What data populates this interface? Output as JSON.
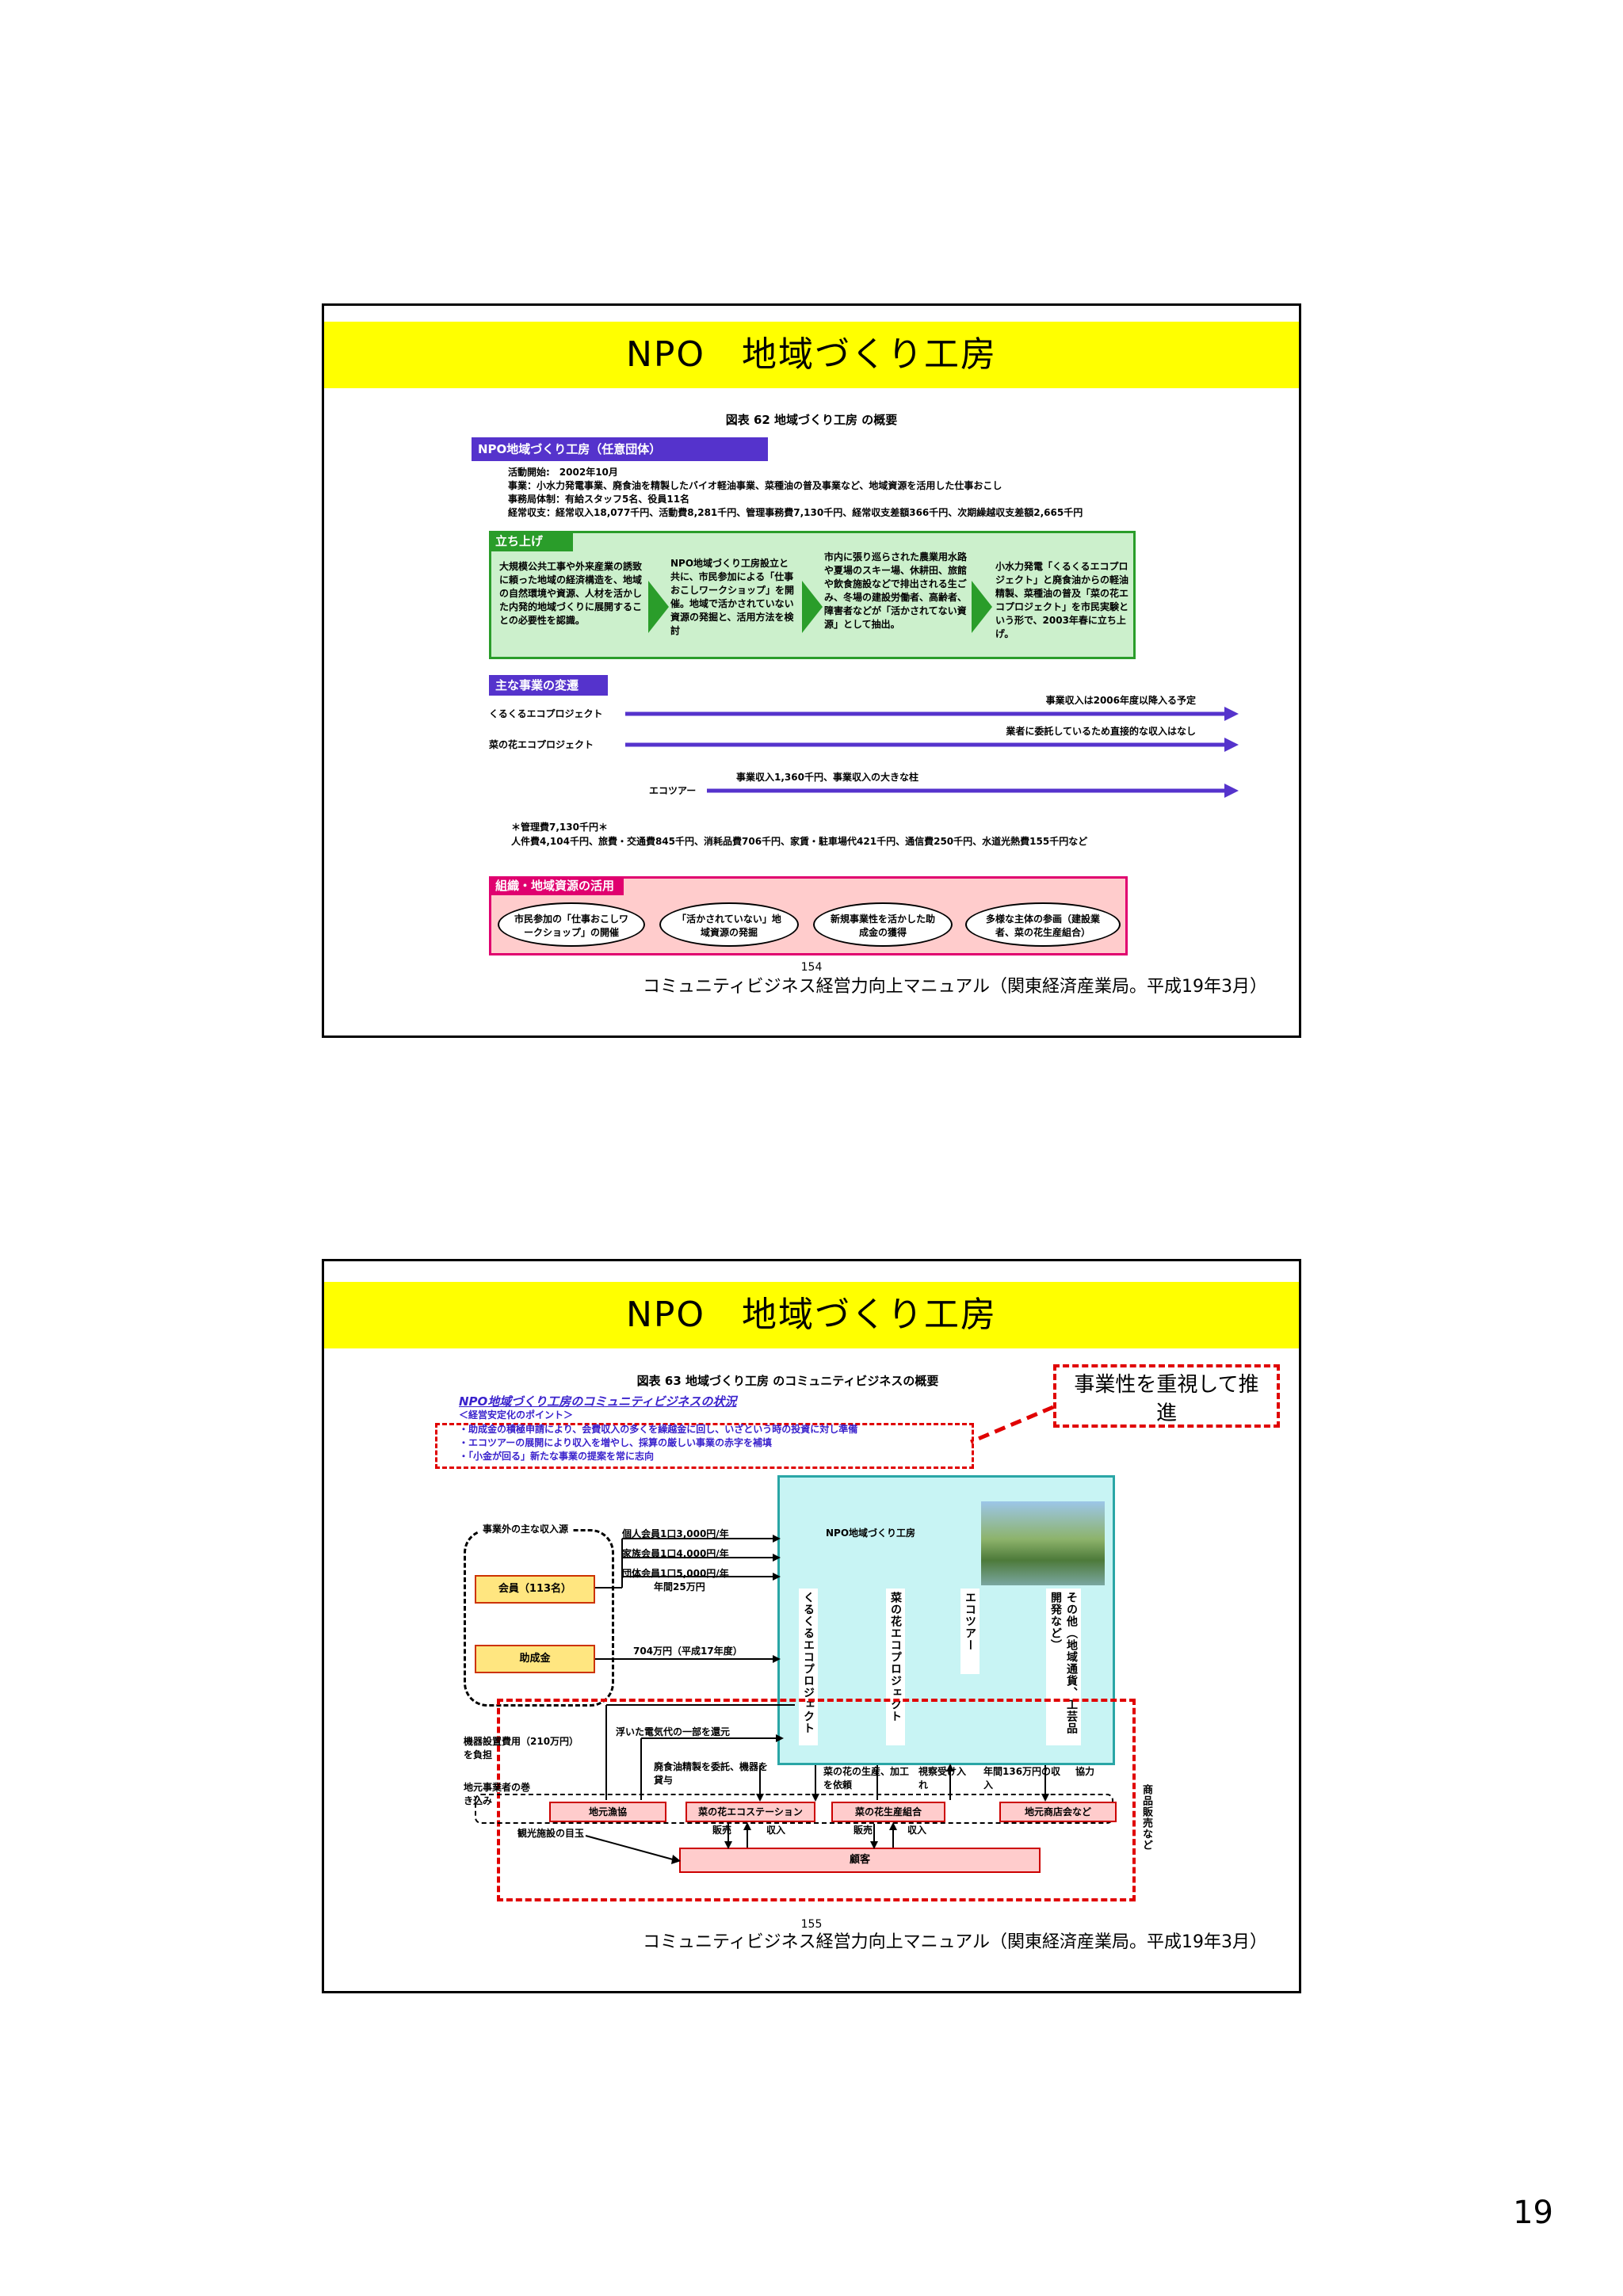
{
  "slide1": {
    "title": "NPO　地域づくり工房",
    "figure_title": "図表 62  地域づくり工房  の概要",
    "org_header": "NPO地域づくり工房（任意団体）",
    "org_lines": [
      "活動開始:　2002年10月",
      "事業：小水力発電事業、廃食油を精製したバイオ軽油事業、菜種油の普及事業など、地域資源を活用した仕事おこし",
      "事務局体制：有給スタッフ5名、役員11名",
      "経常収支：経常収入18,077千円、活動費8,281千円、管理事務費7,130千円、経常収支差額366千円、次期繰越収支差額2,665千円"
    ],
    "launch_header": "立ち上げ",
    "launch_steps": [
      "大規模公共工事や外来産業の誘致に頼った地域の経済構造を、地域の自然環境や資源、人材を活かした内発的地域づくりに展開することの必要性を認識。",
      "NPO地域づくり工房設立と共に、市民参加による「仕事おこしワークショップ」を開催。地域で活かされていない資源の発掘と、活用方法を検討",
      "市内に張り巡らされた農業用水路や夏場のスキー場、休耕田、旅館や飲食施設などで排出される生ごみ、冬場の建設労働者、高齢者、障害者などが「活かされてない資源」として抽出。",
      "小水力発電「くるくるエコプロジェクト」と廃食油からの軽油精製、菜種油の普及「菜の花エコプロジェクト」を市民実験という形で、2003年春に立ち上げ。"
    ],
    "main_header": "主な事業の変遷",
    "projects": [
      {
        "name": "くるくるエコプロジェクト",
        "note": "事業収入は2006年度以降入る予定"
      },
      {
        "name": "菜の花エコプロジェクト",
        "note": "業者に委託しているため直接的な収入はなし"
      },
      {
        "name": "エコツアー",
        "note": "事業収入1,360千円、事業収入の大きな柱"
      }
    ],
    "mgmt_title": "＊管理費7,130千円＊",
    "mgmt_text": "人件費4,104千円、旅費・交通費845千円、消耗品費706千円、家賃・駐車場代421千円、通信費250千円、水道光熱費155千円など",
    "resources_header": "組織・地域資源の活用",
    "resources": [
      "市民参加の「仕事おこしワークショップ」の開催",
      "「活かされていない」地域資源の発掘",
      "新規事業性を活かした助成金の獲得",
      "多様な主体の参画（建設業者、菜の花生産組合）"
    ],
    "page_number": "154",
    "caption": "コミュニティビジネス経営力向上マニュアル（関東経済産業局。平成19年3月）"
  },
  "slide2": {
    "title": "NPO　地域づくり工房",
    "figure_title": "図表 63  地域づくり工房  のコミュニティビジネスの概要",
    "status_title": "NPO地域づくり工房のコミュニティビジネスの状況",
    "points_title": "＜経営安定化のポイント＞",
    "points": [
      "・助成金の積極申請により、会費収入の多くを繰越金に回し、いざという時の投資に対し準備",
      "・エコツアーの展開により収入を増やし、採算の厳しい事業の赤字を補填",
      "・「小金が回る」新たな事業の提案を常に志向"
    ],
    "callout": "事業性を重視して推進",
    "income_label": "事業外の主な収入源",
    "member_box": "会員（113名）",
    "grant_box": "助成金",
    "fees": [
      "個人会員1口3,000円/年",
      "家族会員1口4,000円/年",
      "団体会員1口5,000円/年",
      "年間25万円"
    ],
    "grant_amount": "704万円（平成17年度）",
    "org_name": "NPO地域づくり工房",
    "projects": [
      "くるくるエコプロジェクト",
      "菜の花エコプロジェクト",
      "エコツアー",
      "その他（地域通貨、工芸品開発など）"
    ],
    "equip_cost": "機器設置費用（210万円）を負担",
    "electric": "浮いた電気代の一部を還元",
    "local_biz": "地元事業者の巻き込み",
    "oil_note": "廃食油精製を委託、機器を貸与",
    "flower_note": "菜の花の生産、加工を依頼",
    "inspection": "視察受け入れ",
    "annual": "年間136万円の収入",
    "cooperation": "協力",
    "sales_note": "商品販売など",
    "partners": [
      "地元漁協",
      "菜の花エコステーション",
      "菜の花生産組合",
      "地元商店会など"
    ],
    "tourism": "観光施設の目玉",
    "flows": [
      "販売",
      "収入",
      "販売",
      "収入"
    ],
    "customer": "顧客",
    "page_number": "155",
    "caption": "コミュニティビジネス経営力向上マニュアル（関東経済産業局。平成19年3月）"
  },
  "page_number": "19"
}
